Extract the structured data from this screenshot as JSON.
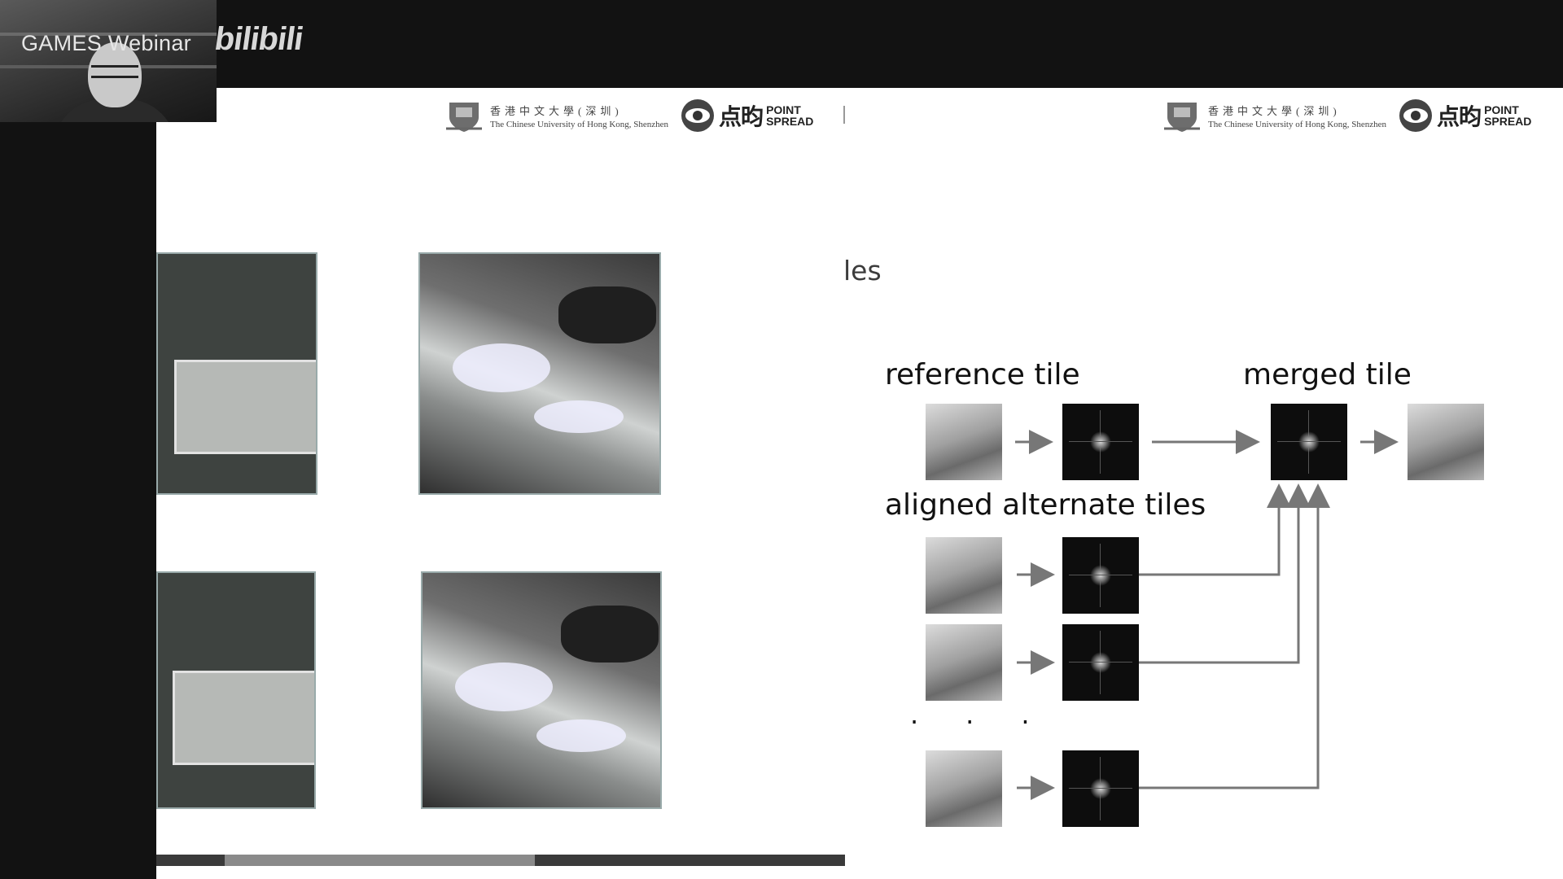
{
  "overlay": {
    "title": "GAMES Webinar",
    "brand": "bilibili"
  },
  "header": {
    "university_cn": "香港中文大學(深圳)",
    "university_en": "The Chinese University of Hong Kong, Shenzhen",
    "company_cn": "点昀",
    "company_en_line1": "POINT",
    "company_en_line2": "SPREAD"
  },
  "slide": {
    "partial_title": "les",
    "reference_label": "reference tile",
    "merged_label": "merged tile",
    "aligned_label": "aligned alternate tiles",
    "ellipsis": "···"
  },
  "icons": {
    "crest": "university-crest-icon",
    "eye": "point-spread-eye-icon"
  },
  "playback": {
    "progress_fraction": 0.55
  }
}
